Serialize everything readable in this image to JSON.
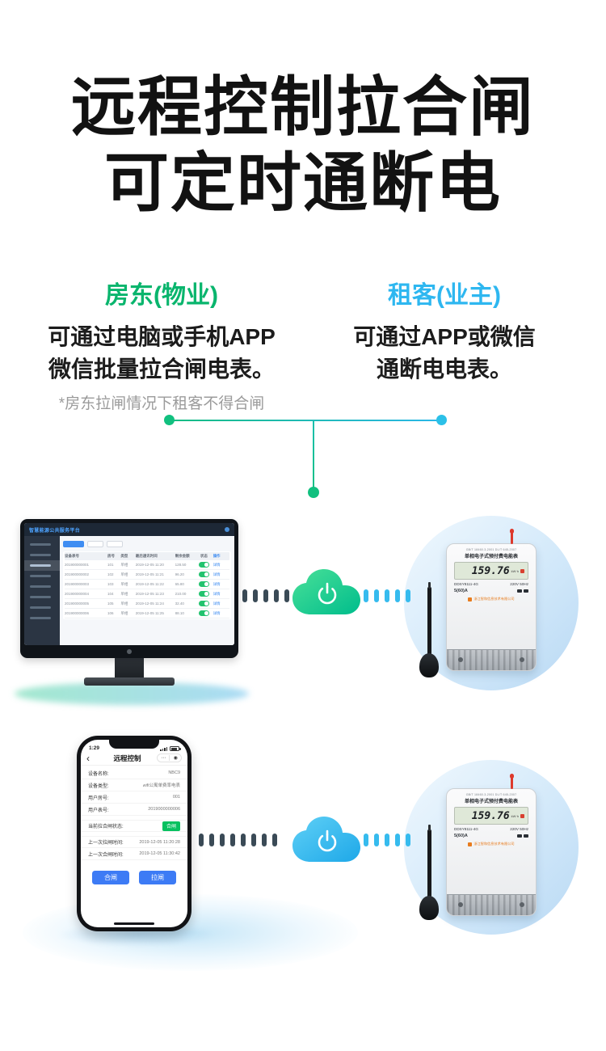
{
  "header": {
    "title_line1": "远程控制拉合闸",
    "title_line2": "可定时通断电"
  },
  "landlord": {
    "heading": "房东(物业)",
    "desc_line1": "可通过电脑或手机APP",
    "desc_line2": "微信批量拉合闸电表。",
    "note": "*房东拉闸情况下租客不得合闸"
  },
  "tenant": {
    "heading": "租客(业主)",
    "desc_line1": "可通过APP或微信",
    "desc_line2": "通断电电表。"
  },
  "computer": {
    "platform_title": "智慧能源公共服务平台",
    "table": {
      "headers": [
        "设备表号",
        "房号",
        "类型",
        "最后通讯时间",
        "剩余金额",
        "状态",
        "操作"
      ],
      "rows": [
        [
          "201900000001",
          "101",
          "单相",
          "2019-12-05 11:20",
          "128.50",
          "详情"
        ],
        [
          "201900000002",
          "102",
          "单相",
          "2019-12-05 11:21",
          "96.20",
          "详情"
        ],
        [
          "201900000003",
          "103",
          "单相",
          "2019-12-05 11:22",
          "65.80",
          "详情"
        ],
        [
          "201900000004",
          "104",
          "单相",
          "2019-12-05 11:23",
          "210.00",
          "详情"
        ],
        [
          "201900000005",
          "105",
          "单相",
          "2019-12-05 11:24",
          "32.40",
          "详情"
        ],
        [
          "201900000006",
          "106",
          "单相",
          "2019-12-05 11:25",
          "88.10",
          "详情"
        ]
      ]
    }
  },
  "phone": {
    "status_time": "1:29",
    "nav": {
      "back": "‹",
      "title": "远程控制",
      "menu_icon": "⋯",
      "capsule_dot": "◉"
    },
    "fields": [
      {
        "label": "设备名称:",
        "value": "NBC9"
      },
      {
        "label": "设备类型:",
        "value": "wifi公寓单费率电表"
      },
      {
        "label": "用户房号:",
        "value": "001"
      },
      {
        "label": "用户表号:",
        "value": "2019000000006"
      },
      {
        "label": "当前拉合闸状态:",
        "value": "合闸"
      },
      {
        "label": "上一次拉闸时间:",
        "value": "2019-12-05 11:20:28"
      },
      {
        "label": "上一次合闸时间:",
        "value": "2019-12-05 11:30:42"
      }
    ],
    "buttons": {
      "close": "合闸",
      "open": "拉闸"
    }
  },
  "meter": {
    "spec_line": "GB/T 18460.3-2001  DL/T 645-2007",
    "name": "单相电子式预付费电能表",
    "lcd_value": "159.76",
    "lcd_unit": "kW·h",
    "model": "DDSY8111-4G",
    "voltage": "220V 50Hz",
    "current": "5(60)A",
    "brand": "浙江智和信息技术有限公司"
  }
}
